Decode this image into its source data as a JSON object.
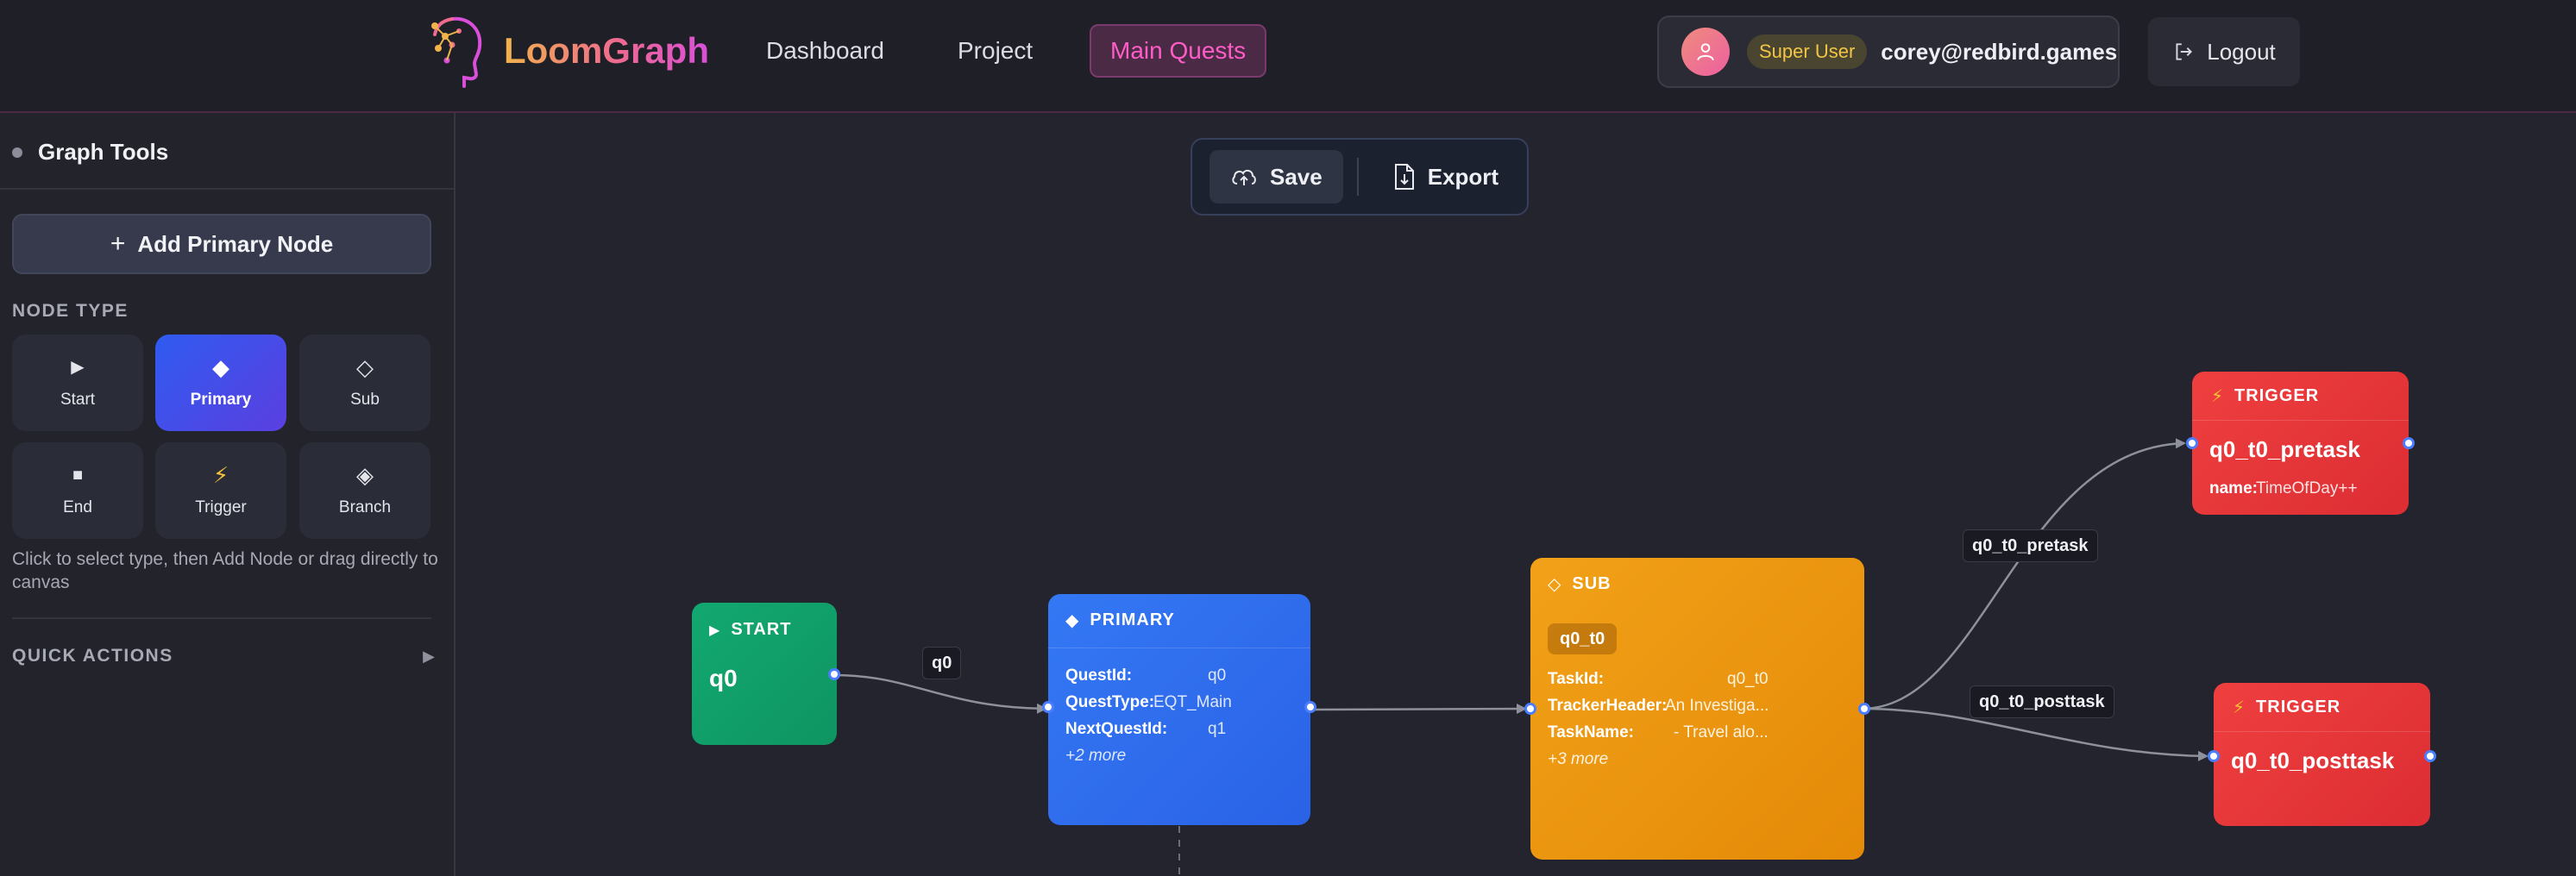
{
  "app": {
    "name": "LoomGraph"
  },
  "nav": {
    "items": [
      {
        "label": "Dashboard"
      },
      {
        "label": "Project"
      },
      {
        "label": "Main Quests"
      }
    ]
  },
  "user": {
    "role": "Super User",
    "email": "corey@redbird.games",
    "logout_label": "Logout"
  },
  "sidebar": {
    "title": "Graph Tools",
    "add_button": "Add Primary Node",
    "node_type_label": "NODE TYPE",
    "types": [
      {
        "label": "Start",
        "icon": "▶"
      },
      {
        "label": "Primary",
        "icon": "◆"
      },
      {
        "label": "Sub",
        "icon": "◇"
      },
      {
        "label": "End",
        "icon": "■"
      },
      {
        "label": "Trigger",
        "icon": "⚡"
      },
      {
        "label": "Branch",
        "icon": "◈"
      }
    ],
    "selected_type": "Primary",
    "hint": "Click to select type, then Add Node or drag directly to canvas",
    "quick_actions_label": "QUICK ACTIONS"
  },
  "toolbar": {
    "save_label": "Save",
    "export_label": "Export"
  },
  "colors": {
    "accent": "#ff5cc8",
    "start": "#12a36d",
    "primary": "#2f6bef",
    "sub": "#ef9a12",
    "trigger": "#e8393a"
  },
  "nodes": {
    "start": {
      "type": "START",
      "title": "q0"
    },
    "primary": {
      "type": "PRIMARY",
      "fields": [
        {
          "key": "QuestId:",
          "value": "q0"
        },
        {
          "key": "QuestType:",
          "value": "EQT_Main"
        },
        {
          "key": "NextQuestId:",
          "value": "q1"
        }
      ],
      "more": "+2 more"
    },
    "sub": {
      "type": "SUB",
      "tag": "q0_t0",
      "fields": [
        {
          "key": "TaskId:",
          "value": "q0_t0"
        },
        {
          "key": "TrackerHeader:",
          "value": "An Investiga..."
        },
        {
          "key": "TaskName:",
          "value": "- Travel alo..."
        }
      ],
      "more": "+3 more"
    },
    "trigger_pre": {
      "type": "TRIGGER",
      "title": "q0_t0_pretask",
      "field_key": "name:",
      "field_value": "TimeOfDay++"
    },
    "trigger_post": {
      "type": "TRIGGER",
      "title": "q0_t0_posttask"
    }
  },
  "edges": {
    "start_primary": "q0",
    "sub_pre": "q0_t0_pretask",
    "sub_post": "q0_t0_posttask"
  }
}
